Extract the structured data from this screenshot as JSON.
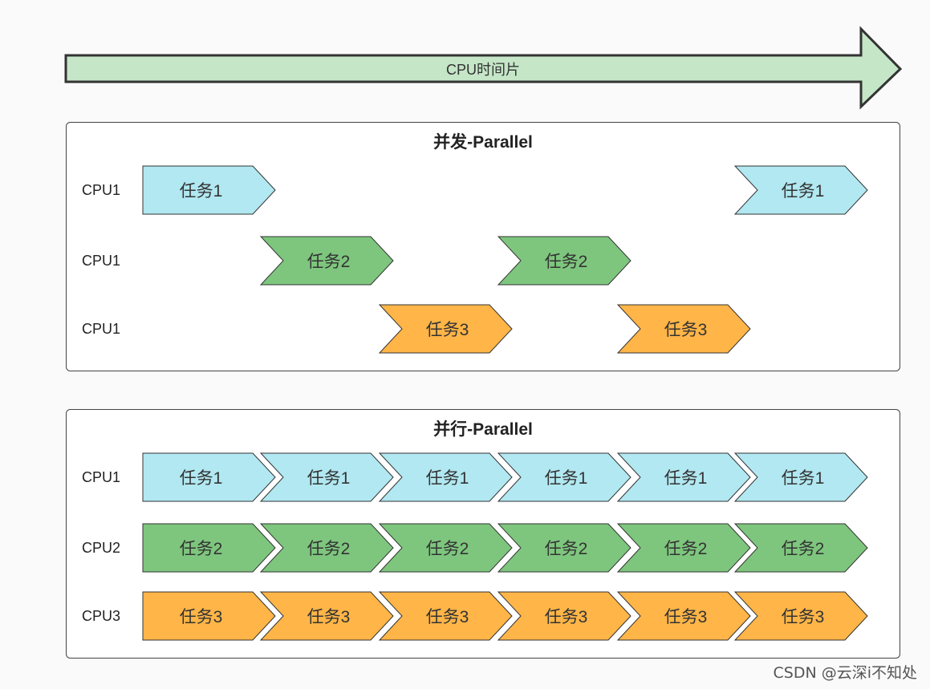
{
  "timeline": {
    "label": "CPU时间片"
  },
  "panels": [
    {
      "id": "concurrent",
      "title": "并发-Parallel",
      "rows": [
        {
          "label": "CPU1",
          "color": "#b1e8f1",
          "blocks": [
            {
              "slot": 0,
              "text": "任务1"
            },
            {
              "slot": 5,
              "text": "任务1"
            }
          ]
        },
        {
          "label": "CPU1",
          "color": "#7ec67e",
          "blocks": [
            {
              "slot": 1,
              "text": "任务2"
            },
            {
              "slot": 3,
              "text": "任务2"
            }
          ]
        },
        {
          "label": "CPU1",
          "color": "#ffb547",
          "blocks": [
            {
              "slot": 2,
              "text": "任务3"
            },
            {
              "slot": 4,
              "text": "任务3"
            }
          ]
        }
      ]
    },
    {
      "id": "parallel",
      "title": "并行-Parallel",
      "rows": [
        {
          "label": "CPU1",
          "color": "#b1e8f1",
          "blocks": [
            {
              "slot": 0,
              "text": "任务1"
            },
            {
              "slot": 1,
              "text": "任务1"
            },
            {
              "slot": 2,
              "text": "任务1"
            },
            {
              "slot": 3,
              "text": "任务1"
            },
            {
              "slot": 4,
              "text": "任务1"
            },
            {
              "slot": 5,
              "text": "任务1"
            }
          ]
        },
        {
          "label": "CPU2",
          "color": "#7ec67e",
          "blocks": [
            {
              "slot": 0,
              "text": "任务2"
            },
            {
              "slot": 1,
              "text": "任务2"
            },
            {
              "slot": 2,
              "text": "任务2"
            },
            {
              "slot": 3,
              "text": "任务2"
            },
            {
              "slot": 4,
              "text": "任务2"
            },
            {
              "slot": 5,
              "text": "任务2"
            }
          ]
        },
        {
          "label": "CPU3",
          "color": "#ffb547",
          "blocks": [
            {
              "slot": 0,
              "text": "任务3"
            },
            {
              "slot": 1,
              "text": "任务3"
            },
            {
              "slot": 2,
              "text": "任务3"
            },
            {
              "slot": 3,
              "text": "任务3"
            },
            {
              "slot": 4,
              "text": "任务3"
            },
            {
              "slot": 5,
              "text": "任务3"
            }
          ]
        }
      ]
    }
  ],
  "colors": {
    "timeline_fill": "#c5e6c7",
    "stroke": "#333333"
  },
  "watermark": "CSDN @云深i不知处"
}
